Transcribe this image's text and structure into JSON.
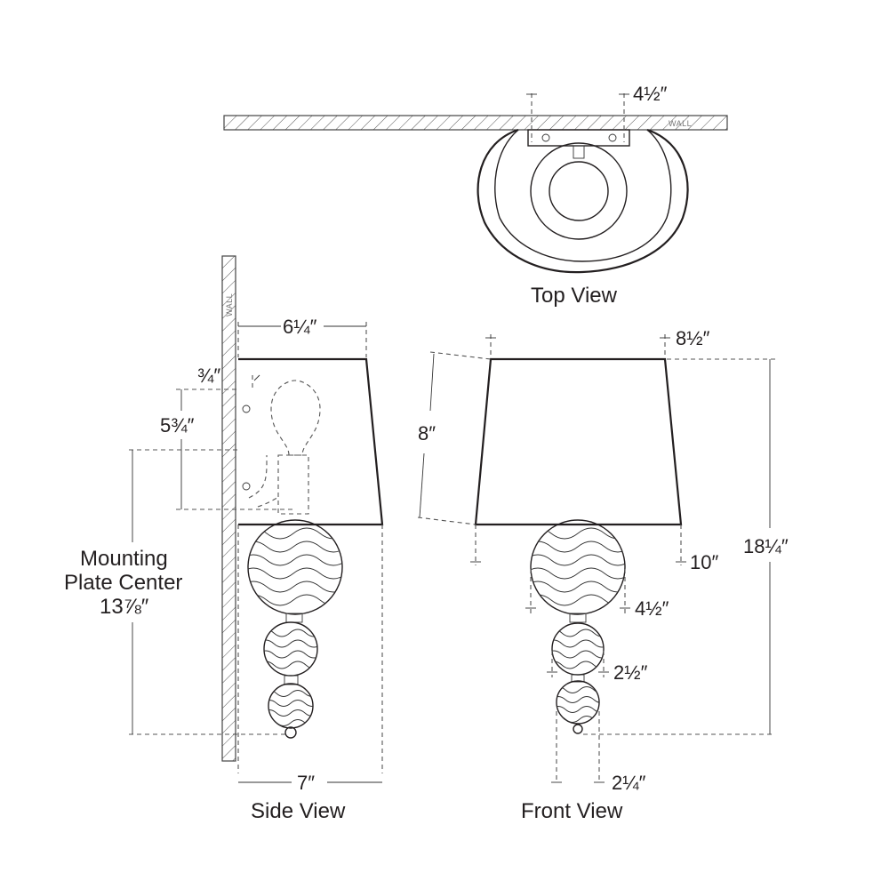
{
  "views": {
    "top": {
      "caption": "Top View",
      "dim_offset": "4½″",
      "wall_label": "WALL"
    },
    "side": {
      "caption": "Side View",
      "dim_shade_depth": "6¼″",
      "dim_offset": "¾″",
      "dim_plate_height": "5¾″",
      "mounting_label_line1": "Mounting",
      "mounting_label_line2": "Plate Center",
      "mounting_value": "13⅞″",
      "dim_total_depth": "7″",
      "wall_label": "WALL"
    },
    "front": {
      "caption": "Front View",
      "dim_shade_top": "8½″",
      "dim_shade_height": "8″",
      "dim_shade_bottom": "10″",
      "dim_overall_height": "18¼″",
      "dim_ball_large": "4½″",
      "dim_ball_medium": "2½″",
      "dim_ball_small": "2¼″"
    }
  }
}
